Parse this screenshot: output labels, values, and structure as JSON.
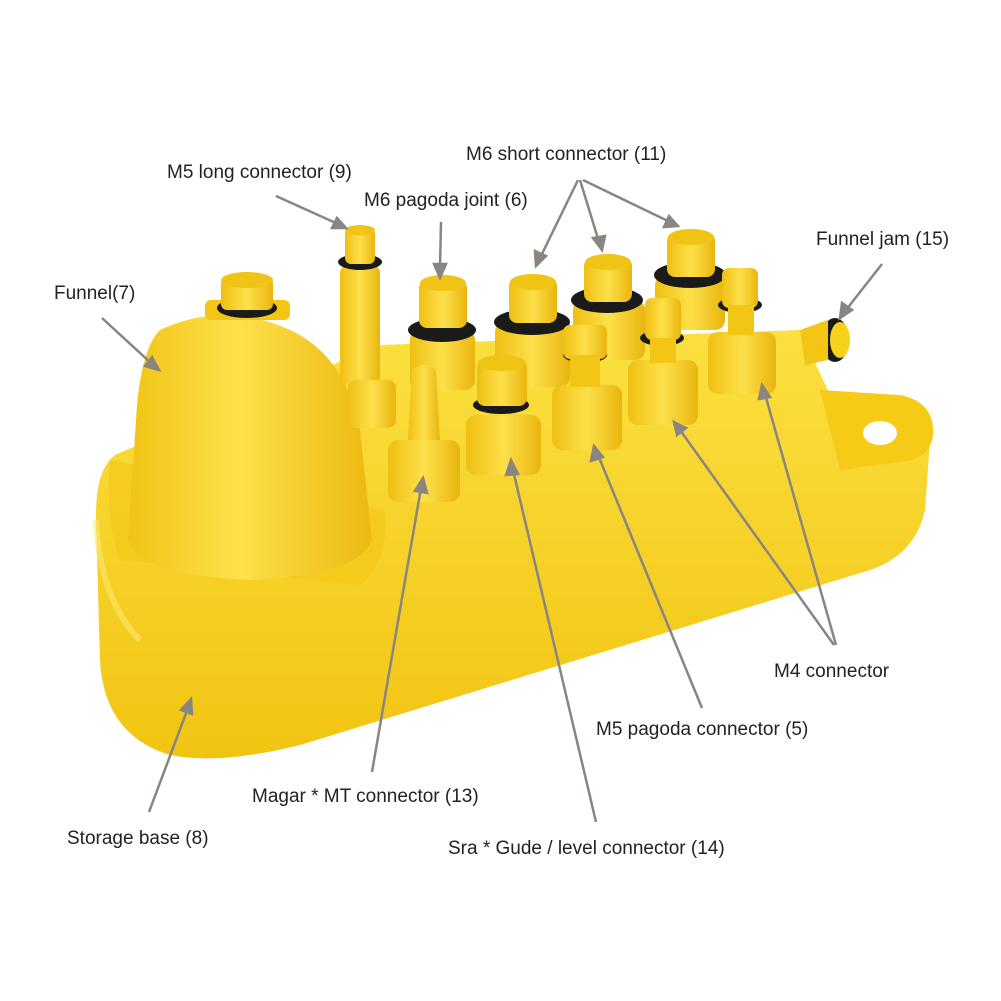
{
  "colors": {
    "plastic": "#f7d21a",
    "plastic_shade": "#e8b80e",
    "plastic_highlight": "#fde25a",
    "oring": "#1a1a1a",
    "callout_line": "#8a8580"
  },
  "labels": {
    "m5_long_connector": "M5 long connector (9)",
    "m6_short_connector": "M6 short connector (11)",
    "m6_pagoda_joint": "M6 pagoda joint (6)",
    "funnel_jam": "Funnel jam (15)",
    "funnel": "Funnel(7)",
    "m4_connector": "M4 connector",
    "m5_pagoda_connector": "M5 pagoda connector (5)",
    "magar_mt_connector": "Magar * MT connector (13)",
    "storage_base": "Storage base (8)",
    "sra_gude_level_connector": "Sra * Gude / level connector (14)"
  }
}
